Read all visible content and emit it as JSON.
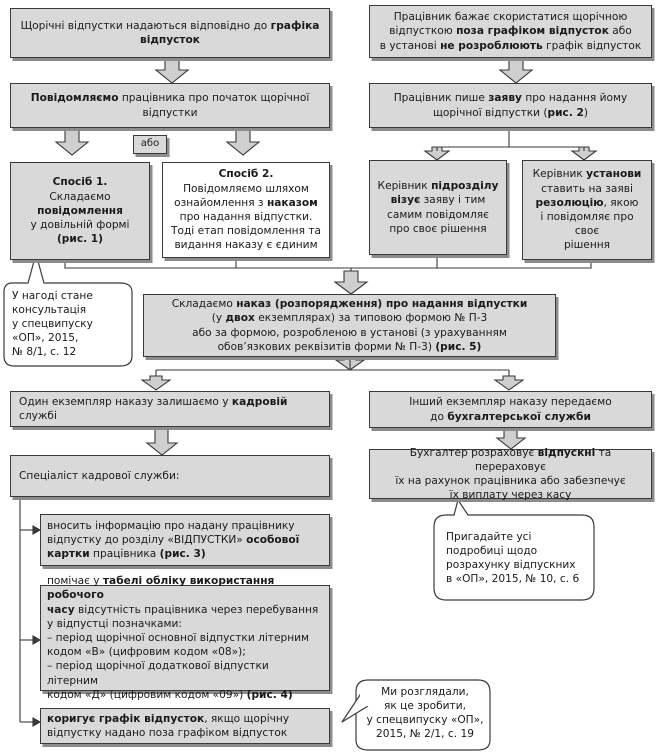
{
  "top_left": {
    "line1": "Щорічні відпустки надаються відповідно до ",
    "line1_bold": "графіка",
    "line2_bold": "відпусток"
  },
  "top_right": {
    "line1": "Працівник бажає скористатися щорічною",
    "line2a": "відпусткою ",
    "line2_bold": "поза графіком відпусток",
    "line2b": " або",
    "line3a": "в установі ",
    "line3_bold": "не розроблюють",
    "line3b": " графік відпусток"
  },
  "notify": {
    "bold": "Повідомляємо",
    "line1": " працівника про початок щорічної",
    "line2": "відпустки"
  },
  "application": {
    "line1a": "Працівник пише ",
    "line1_bold": "заяву",
    "line1b": " про надання йому",
    "line2a": "щорічної відпустки (",
    "line2_bold": "рис. 2",
    "line2b": ")"
  },
  "or_label": "або",
  "method1": {
    "title": "Спосіб 1.",
    "line1": "Складаємо",
    "line2_bold": "повідомлення",
    "line3": "у довільній формі",
    "line4_bold": "(рис. 1)"
  },
  "method2": {
    "title": "Спосіб 2.",
    "line1": "Повідомляємо шляхом",
    "line2a": "ознайомлення з ",
    "line2_bold": "наказом",
    "line3": "про надання відпустки.",
    "line4": "Тоді етап повідомлення та",
    "line5": "видання наказу є єдиним"
  },
  "unit_head": {
    "line1a": "Керівник ",
    "line1_bold": "підрозділу",
    "line2_bold": "візує",
    "line2b": " заяву і тим",
    "line3": "самим повідомляє",
    "line4": "про своє рішення"
  },
  "org_head": {
    "line1a": "Керівник ",
    "line1_bold": "установи",
    "line2": "ставить на заяві",
    "line3_bold": "резолюцію",
    "line3b": ", якою",
    "line4": "і повідомляє про своє",
    "line5": "рішення"
  },
  "note_consult": {
    "line1": "У нагоді стане",
    "line2": "консультація",
    "line3": "у спецвипуску",
    "line4": "«ОП», 2015,",
    "line5": "№ 8/1, с. 12"
  },
  "order": {
    "line1a": "Складаємо ",
    "line1_bold": "наказ (розпорядження) про надання відпустки",
    "line2a": "(у ",
    "line2_bold": "двох",
    "line2b": " екземплярах) за типовою формою № П-3",
    "line3": "або за формою, розробленою в установі (з урахуванням",
    "line4a": "обов’язкових реквізитів форми № П-3) ",
    "line4_bold": "(рис. 5)"
  },
  "hr_copy": {
    "line1a": "Один екземпляр наказу залишаємо у ",
    "line1_bold": "кадровій",
    "line1b": " службі"
  },
  "acc_copy": {
    "line1": "Інший екземпляр наказу передаємо",
    "line2a": "до ",
    "line2_bold": "бухгалтерської служби"
  },
  "hr_specialist": "Спеціаліст кадрової служби:",
  "accountant": {
    "line1a": "Бухгалтер розраховує ",
    "line1_bold": "відпускні",
    "line1b": " та перераховує",
    "line2": "їх на рахунок працівника або забезпечує",
    "line3": "їх виплату через касу"
  },
  "note_calc": {
    "line1": "Пригадайте усі",
    "line2": "подробиці щодо",
    "line3": "розрахунку відпускних",
    "line4": "в «ОП», 2015, № 10, с. 6"
  },
  "step_card": {
    "line1": "вносить інформацію про надану працівнику",
    "line2": "відпустку до розділу «ВІДПУСТКИ» ",
    "line2_bold": "особової",
    "line3_bold": "картки",
    "line3b": " працівника ",
    "line3_bold2": "(рис. 3)"
  },
  "step_timesheet": {
    "line1a": "помічає у ",
    "line1_bold": "табелі обліку використання робочого",
    "line2_bold": "часу",
    "line2b": " відсутність працівника через перебування",
    "line3": "у відпустці позначками:",
    "line4": "– період щорічної основної відпустки літерним",
    "line5": "кодом «В» (цифровим кодом «08»);",
    "line6": "– період щорічної додаткової відпустки літерним",
    "line7a": "кодом «Д» (цифровим кодом «09») ",
    "line7_bold": "(рис. 4)"
  },
  "step_schedule": {
    "line1_bold": "коригує графік відпусток",
    "line1b": ", якщо щорічну",
    "line2": "відпустку надано поза графіком відпусток"
  },
  "note_reviewed": {
    "line1": "Ми розглядали,",
    "line2": "як це зробити,",
    "line3": "у спецвипуску «ОП»,",
    "line4": "2015, № 2/1, с. 19"
  },
  "colors": {
    "box_fill": "#d9d9d9",
    "border": "#3a3a3a",
    "shadow": "#8c8c8c",
    "arrow_fill": "#cfcfcf"
  }
}
